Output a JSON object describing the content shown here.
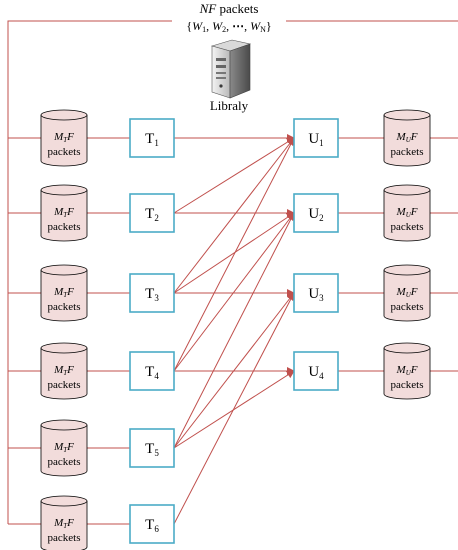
{
  "header": {
    "title_italic": "NF",
    "title_rest": " packets",
    "set_label": "{W1, W2, ⋯, WN}",
    "set_parts": {
      "open": "{",
      "w": "W",
      "sub1": "1",
      "sub2": "2",
      "sep": ", ",
      "dots": "⋯",
      "subN": "N",
      "close": "}"
    }
  },
  "server": {
    "label": "Libraly",
    "icon": "server-icon"
  },
  "transmitters": [
    "T1",
    "T2",
    "T3",
    "T4",
    "T5",
    "T6"
  ],
  "receivers": [
    "U1",
    "U2",
    "U3",
    "U4"
  ],
  "transmitter_cache": {
    "italic_m": "M",
    "sub": "T",
    "italic_f": "F",
    "line2": "packets"
  },
  "receiver_cache": {
    "italic_m": "M",
    "sub": "U",
    "italic_f": "F",
    "line2": "packets"
  },
  "links": [
    [
      "T1",
      "U1"
    ],
    [
      "T2",
      "U1"
    ],
    [
      "T2",
      "U2"
    ],
    [
      "T3",
      "U1"
    ],
    [
      "T3",
      "U2"
    ],
    [
      "T3",
      "U3"
    ],
    [
      "T4",
      "U1"
    ],
    [
      "T4",
      "U2"
    ],
    [
      "T4",
      "U4"
    ],
    [
      "T5",
      "U2"
    ],
    [
      "T5",
      "U3"
    ],
    [
      "T5",
      "U4"
    ],
    [
      "T6",
      "U3"
    ]
  ],
  "colors": {
    "line": "#c0504d",
    "box_border": "#4bacc6",
    "cylinder_fill": "#f2dcdb",
    "cylinder_stroke": "#000000",
    "text": "#000000"
  }
}
